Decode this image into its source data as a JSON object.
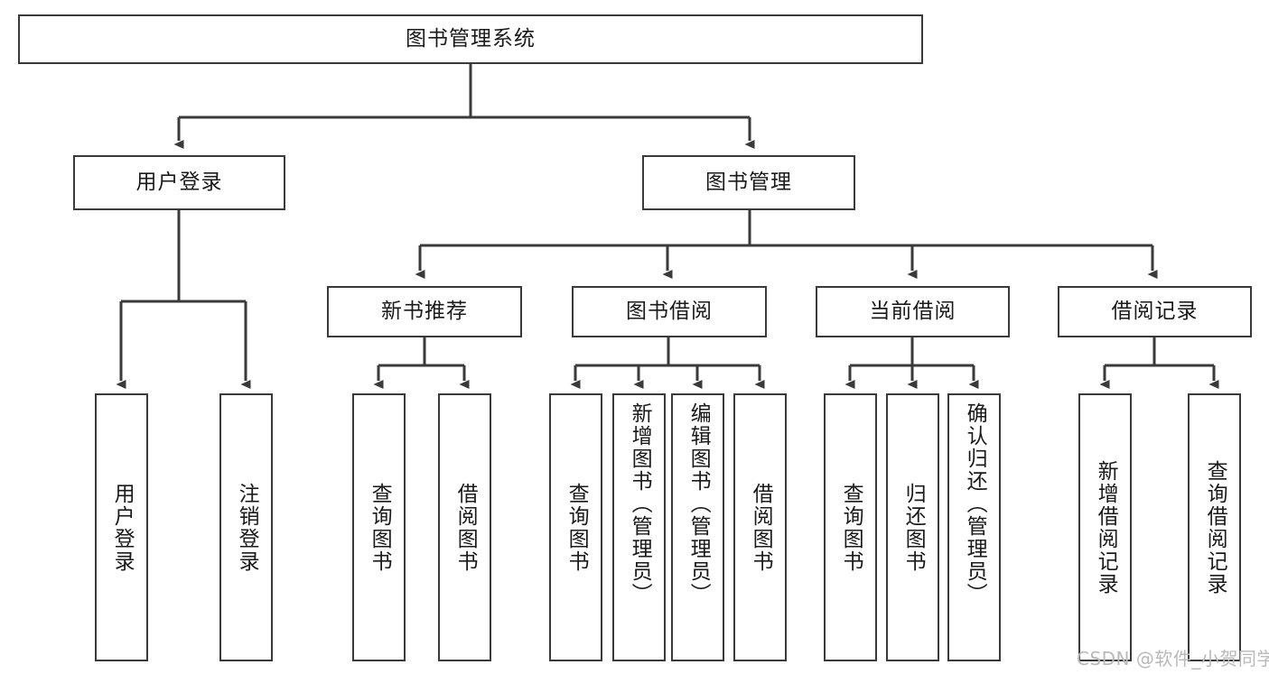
{
  "diagram": {
    "title": "图书管理系统",
    "type": "hierarchy-tree",
    "watermark": "CSDN @软件_小贺同学",
    "colors": {
      "stroke": "#3a3a3a",
      "fill": "#ffffff",
      "text": "#1a1a1a",
      "watermark": "#b9b9b9"
    },
    "nodes": {
      "root": {
        "label": "图书管理系统",
        "level": 0
      },
      "l1": [
        {
          "id": "user-login",
          "label": "用户登录",
          "level": 1
        },
        {
          "id": "book-manage",
          "label": "图书管理",
          "level": 1
        }
      ],
      "l2": [
        {
          "id": "new-book-rec",
          "label": "新书推荐",
          "level": 2,
          "parent": "book-manage"
        },
        {
          "id": "book-borrow",
          "label": "图书借阅",
          "level": 2,
          "parent": "book-manage"
        },
        {
          "id": "current-borrow",
          "label": "当前借阅",
          "level": 2,
          "parent": "book-manage"
        },
        {
          "id": "borrow-record",
          "label": "借阅记录",
          "level": 2,
          "parent": "book-manage"
        }
      ],
      "leaves": [
        {
          "id": "leaf-user-login",
          "label": "用户登录",
          "parent": "user-login"
        },
        {
          "id": "leaf-user-logout",
          "label": "注销登录",
          "parent": "user-login"
        },
        {
          "id": "leaf-query-book-1",
          "label": "查询图书",
          "parent": "new-book-rec"
        },
        {
          "id": "leaf-borrow-book-1",
          "label": "借阅图书",
          "parent": "new-book-rec"
        },
        {
          "id": "leaf-query-book-2",
          "label": "查询图书",
          "parent": "book-borrow"
        },
        {
          "id": "leaf-add-book",
          "label": "新增图书（管理员）",
          "parent": "book-borrow"
        },
        {
          "id": "leaf-edit-book",
          "label": "编辑图书（管理员）",
          "parent": "book-borrow"
        },
        {
          "id": "leaf-borrow-book-2",
          "label": "借阅图书",
          "parent": "book-borrow"
        },
        {
          "id": "leaf-query-book-3",
          "label": "查询图书",
          "parent": "current-borrow"
        },
        {
          "id": "leaf-return-book",
          "label": "归还图书",
          "parent": "current-borrow"
        },
        {
          "id": "leaf-confirm-return",
          "label": "确认归还（管理员）",
          "parent": "current-borrow"
        },
        {
          "id": "leaf-add-record",
          "label": "新增借阅记录",
          "parent": "borrow-record"
        },
        {
          "id": "leaf-query-record",
          "label": "查询借阅记录",
          "parent": "borrow-record"
        }
      ]
    }
  }
}
